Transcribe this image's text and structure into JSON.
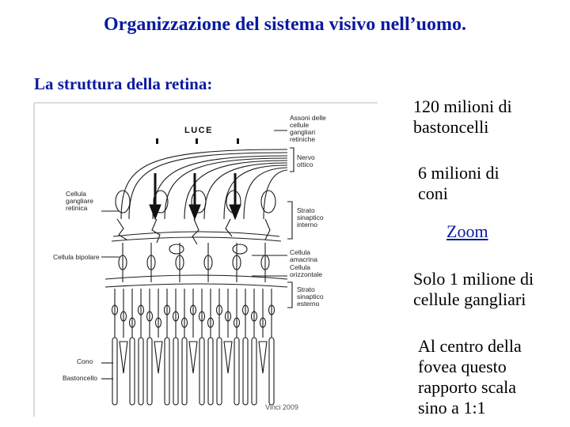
{
  "slide": {
    "title": "Organizzazione del sistema visivo nell’uomo.",
    "subtitle": "La struttura della retina:",
    "side_texts": [
      "120 milioni di\nbastoncelli",
      "6 milioni di\nconi",
      "Solo 1 milione di\ncellule gangliari",
      "Al centro della\nfovea questo\nrapporto scala\nsino a 1:1"
    ],
    "zoom_link": "Zoom"
  },
  "figure": {
    "light_label": "LUCE",
    "labels": {
      "axons": "Assoni delle\ncellule\ngangliari\nretiniche",
      "optic_nerve": "Nervo\nottico",
      "inner_plexiform": "Strato\nsinaptico\ninterno",
      "amacrine": "Cellula\namacrina",
      "horizontal": "Cellula\norizzontale",
      "outer_plexiform": "Strato\nsinaptico\nesterno",
      "ganglion": "Cellula\ngangliare\nretinica",
      "bipolar": "Cellula bipolare",
      "cone": "Cono",
      "rod": "Bastoncello"
    },
    "credit": "Vinci 2009",
    "colors": {
      "ink": "#1a1a1a",
      "title": "#0a1aa0"
    }
  }
}
